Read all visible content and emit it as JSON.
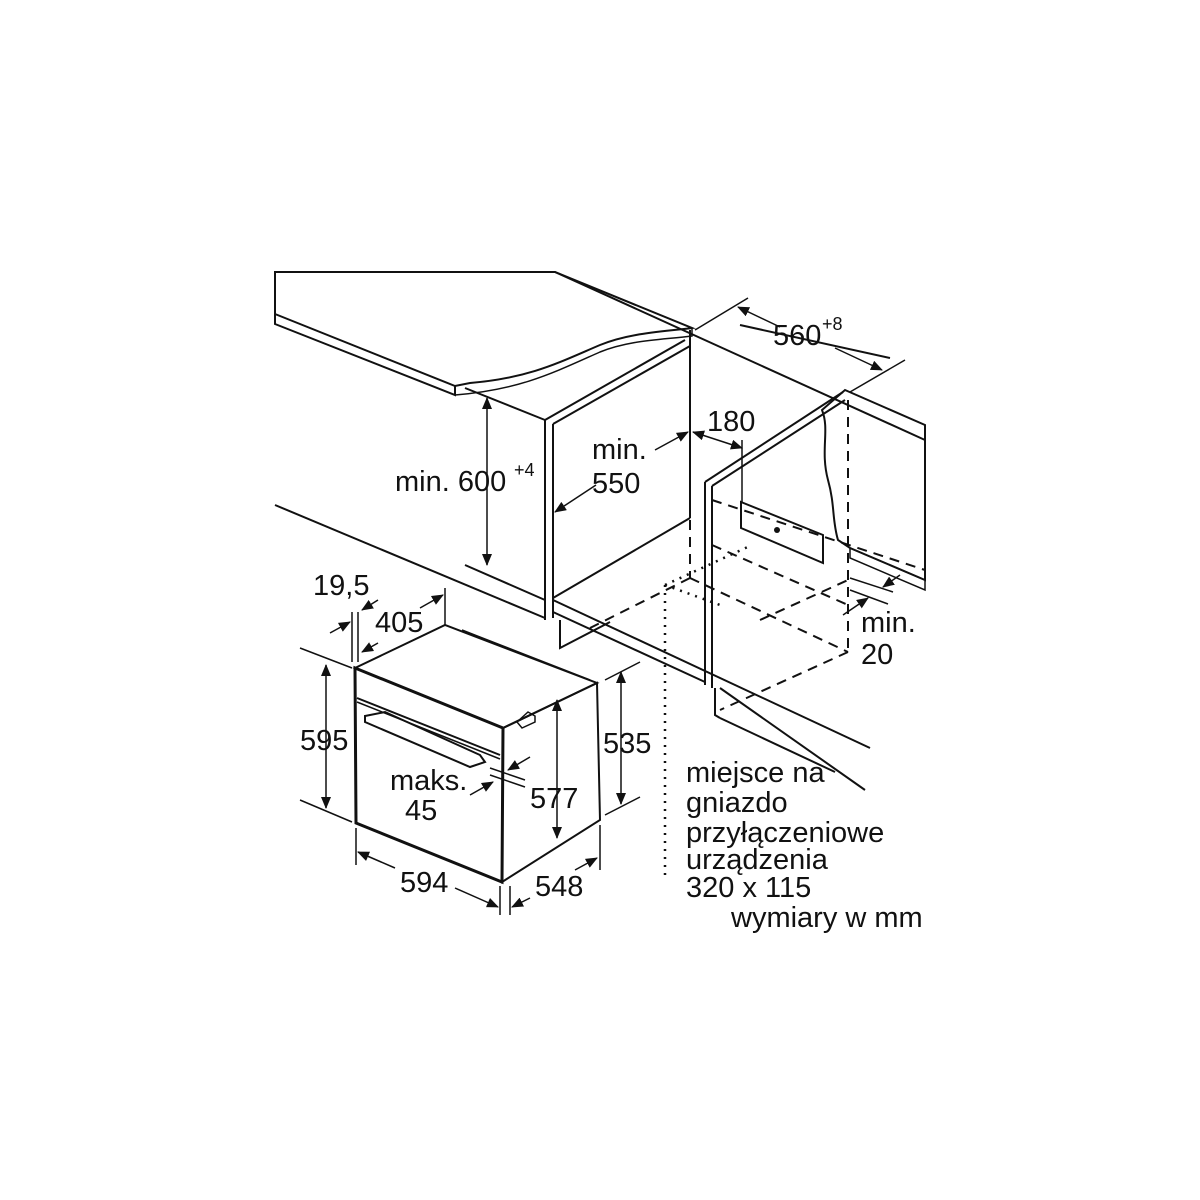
{
  "dimensions": {
    "countertop_height": "min. 600",
    "countertop_height_tolerance": "+4",
    "cabinet_depth_label": "min.",
    "cabinet_depth_value": "550",
    "niche_width": "560",
    "niche_width_tolerance": "+8",
    "socket_offset": "180",
    "rear_gap_label": "min.",
    "rear_gap_value": "20",
    "front_panel_thickness": "19,5",
    "depth_top": "405",
    "oven_height": "595",
    "handle_label": "maks.",
    "handle_value": "45",
    "body_height": "577",
    "side_height": "535",
    "oven_width": "594",
    "oven_depth": "548"
  },
  "notes": {
    "socket_lines": [
      "miejsce na",
      "gniazdo",
      "przyłączeniowe",
      "urządzenia",
      "320 x 115"
    ],
    "units": "wymiary w mm"
  },
  "colors": {
    "countertop": "#e6e6e6",
    "line": "#111111"
  }
}
